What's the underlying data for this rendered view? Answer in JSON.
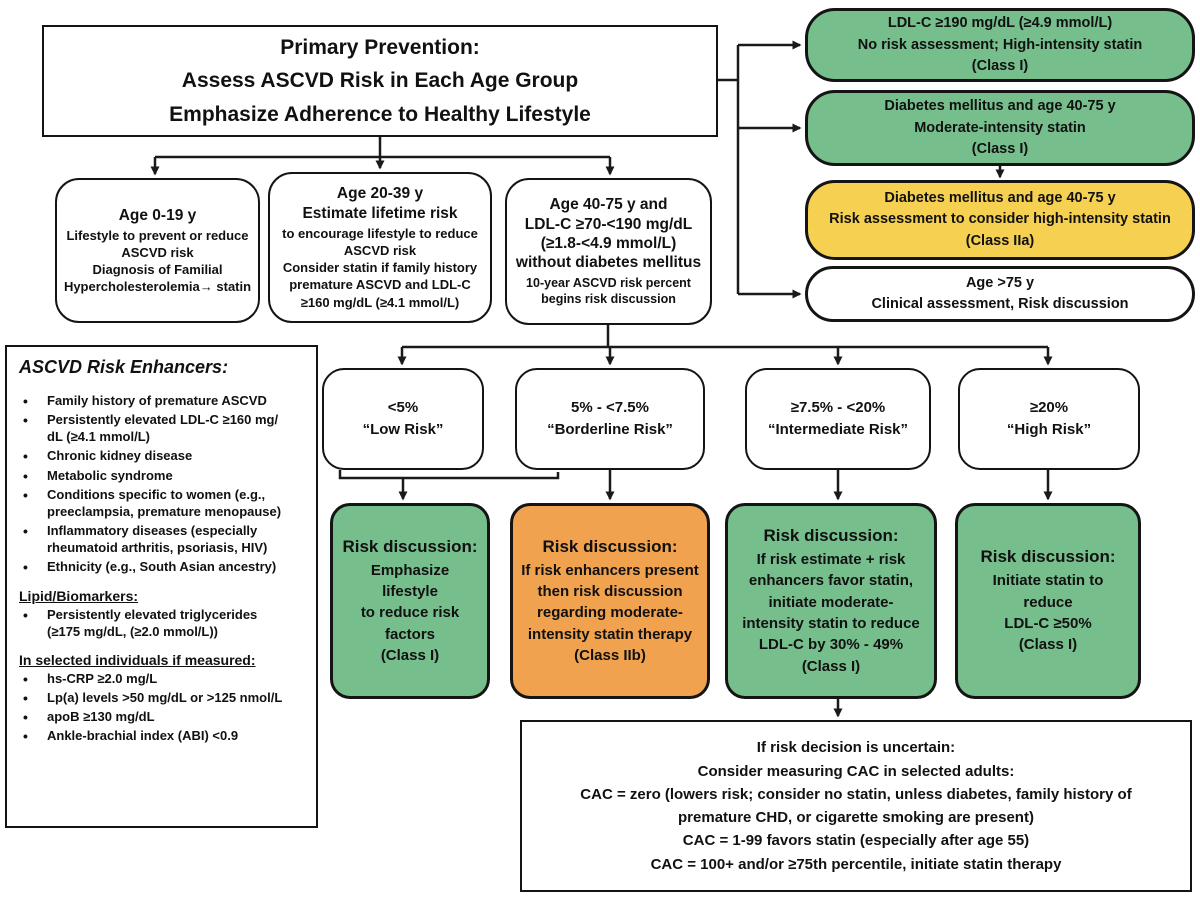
{
  "colors": {
    "green": "#76BE8C",
    "orange": "#F0A24E",
    "yellow": "#F6D050",
    "line": "#1A1A1A"
  },
  "title_box": {
    "text": "Primary Prevention:\nAssess ASCVD Risk in Each Age Group\nEmphasize Adherence to Healthy Lifestyle"
  },
  "right_boxes": [
    {
      "tone": "green",
      "label": "LDL-C ≥190 mg/dL (≥4.9 mmol/L)\nNo risk assessment; High-intensity statin\n(Class I)"
    },
    {
      "tone": "green",
      "label": "Diabetes mellitus and age 40-75 y\nModerate-intensity statin\n(Class I)"
    },
    {
      "tone": "yellow",
      "label": "Diabetes mellitus and age 40-75 y\nRisk assessment to consider high-intensity statin\n(Class IIa)"
    },
    {
      "tone": "white",
      "label": "Age >75 y\nClinical assessment, Risk discussion"
    }
  ],
  "age_boxes": [
    {
      "title": "Age 0-19 y",
      "body": "Lifestyle to prevent or reduce\nASCVD risk\nDiagnosis of Familial\nHypercholesterolemia→ statin"
    },
    {
      "title": "Age 20-39 y\nEstimate lifetime risk",
      "body": "to encourage lifestyle to reduce\nASCVD risk\nConsider statin if family history\npremature ASCVD and LDL-C\n≥160 mg/dL (≥4.1 mmol/L)"
    },
    {
      "title": "Age 40-75 y and\nLDL-C ≥70-<190 mg/dL\n(≥1.8-<4.9 mmol/L)\nwithout diabetes mellitus",
      "body": "10-year ASCVD risk percent\nbegins risk discussion"
    }
  ],
  "enhancers": {
    "title": "ASCVD Risk Enhancers:",
    "bullets": [
      "Family history of premature ASCVD",
      "Persistently elevated LDL-C ≥160 mg/\ndL (≥4.1 mmol/L)",
      "Chronic kidney disease",
      "Metabolic syndrome",
      "Conditions specific to women (e.g.,\npreeclampsia, premature menopause)",
      "Inflammatory diseases (especially\nrheumatoid arthritis, psoriasis, HIV)",
      "Ethnicity (e.g., South Asian ancestry)"
    ],
    "sub1_title": "Lipid/Biomarkers:",
    "sub1_bullets": [
      "Persistently elevated triglycerides\n(≥175 mg/dL,  (≥2.0 mmol/L))"
    ],
    "sub2_title": "In selected individuals if measured:",
    "sub2_bullets": [
      "hs-CRP ≥2.0 mg/L",
      "Lp(a) levels >50 mg/dL or >125 nmol/L",
      "apoB ≥130 mg/dL",
      "Ankle-brachial index (ABI) <0.9"
    ]
  },
  "risk_boxes": [
    {
      "label": "<5%\n“Low Risk”"
    },
    {
      "label": "5% - <7.5%\n“Borderline Risk”"
    },
    {
      "label": "≥7.5% - <20%\n“Intermediate Risk”"
    },
    {
      "label": "≥20%\n“High Risk”"
    }
  ],
  "discussion_boxes": [
    {
      "tone": "green",
      "title": "Risk discussion:",
      "body": "Emphasize lifestyle\nto reduce risk\nfactors\n(Class I)"
    },
    {
      "tone": "orange",
      "title": "Risk discussion:",
      "body": "If risk enhancers present\nthen risk discussion\nregarding moderate-\nintensity statin therapy\n(Class IIb)"
    },
    {
      "tone": "green",
      "title": "Risk discussion:",
      "body": "If risk estimate + risk\nenhancers favor statin,\ninitiate moderate-\nintensity statin to reduce\nLDL-C by 30% - 49%\n(Class I)"
    },
    {
      "tone": "green",
      "title": "Risk discussion:",
      "body": "Initiate statin to reduce\nLDL-C ≥50%\n(Class I)"
    }
  ],
  "cac_box": {
    "text": "If risk decision is uncertain:\nConsider measuring CAC in selected adults:\nCAC = zero (lowers risk; consider no statin, unless diabetes, family history of\npremature CHD, or cigarette smoking are present)\nCAC = 1-99 favors statin (especially after age 55)\nCAC = 100+ and/or ≥75th percentile, initiate statin therapy"
  }
}
